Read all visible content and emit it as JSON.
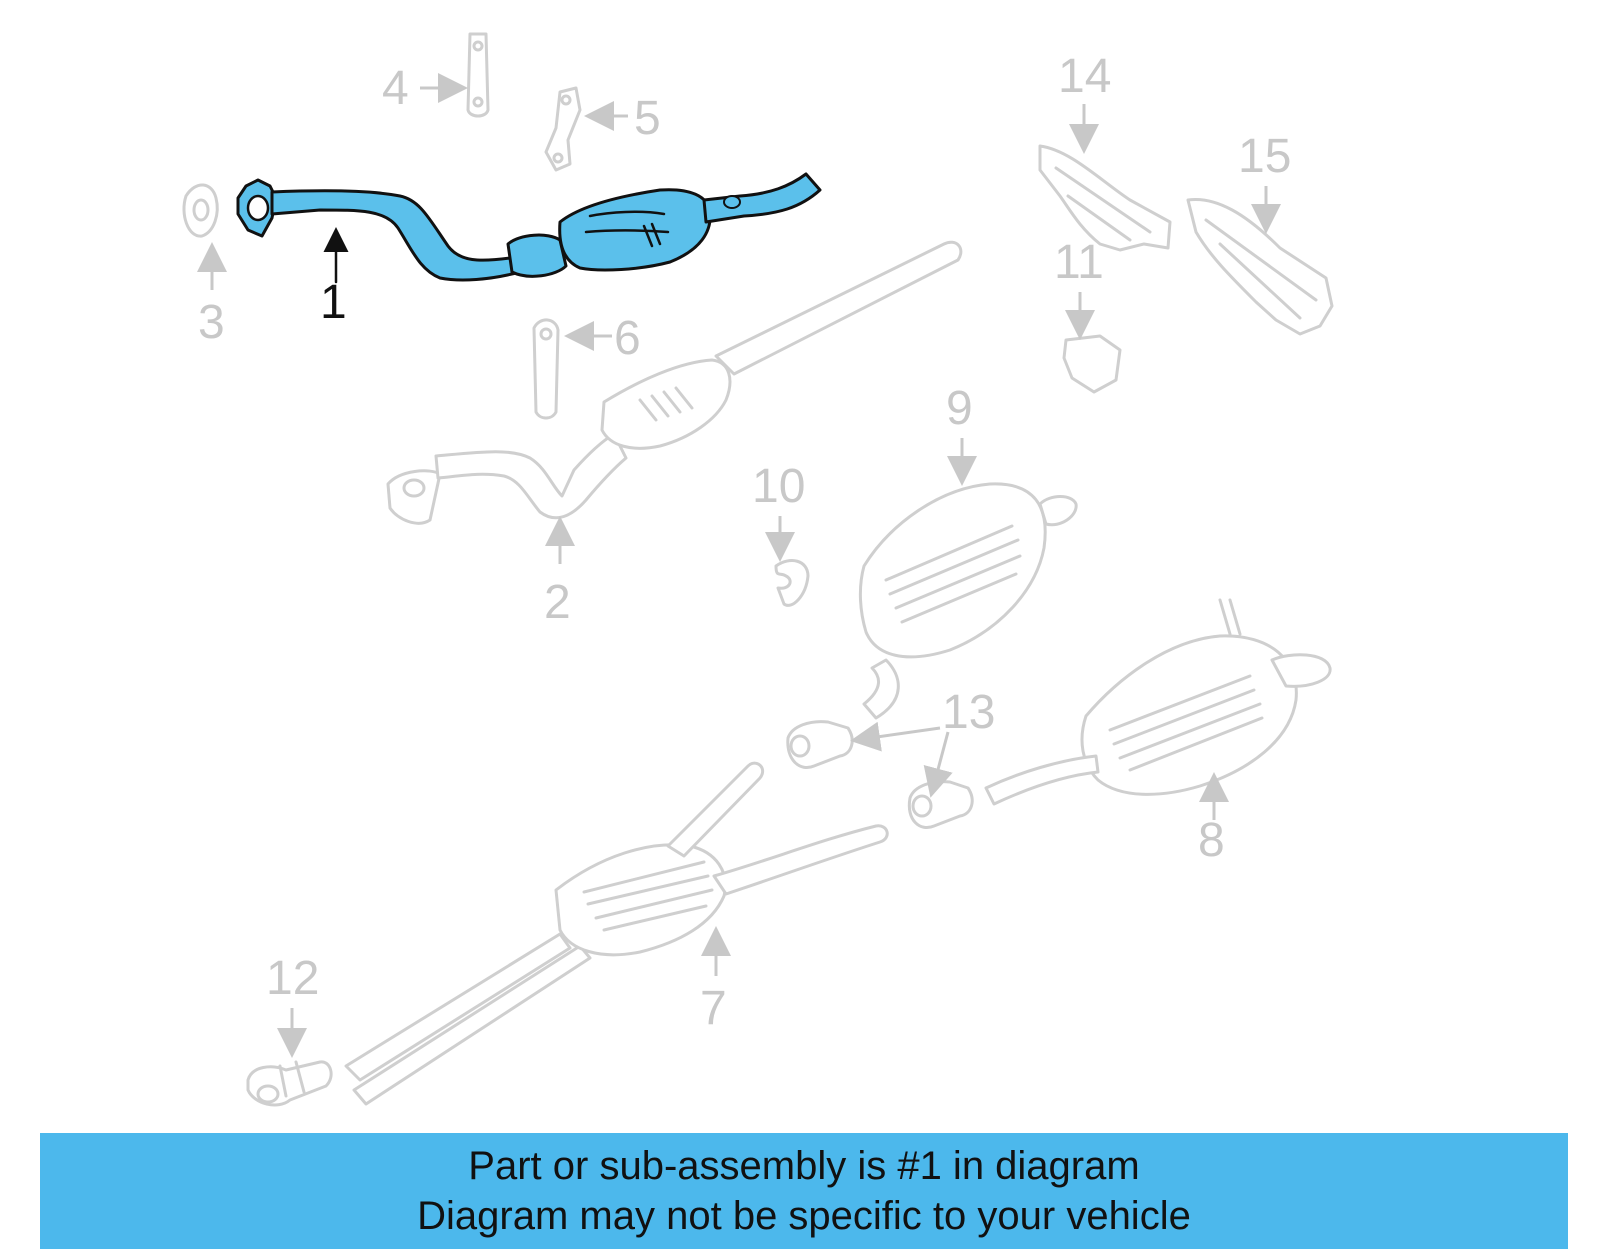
{
  "callouts": {
    "c1": "1",
    "c2": "2",
    "c3": "3",
    "c4": "4",
    "c5": "5",
    "c6": "6",
    "c7": "7",
    "c8": "8",
    "c9": "9",
    "c10": "10",
    "c11": "11",
    "c12": "12",
    "c13": "13",
    "c14": "14",
    "c15": "15"
  },
  "banner": {
    "line1": "Part or sub-assembly is #1 in diagram",
    "line2": "Diagram may not be specific to your vehicle"
  },
  "colors": {
    "highlight_part": "#5bc0eb",
    "banner_background": "#4cb8ec",
    "ghost_parts": "#cfcfcf"
  }
}
